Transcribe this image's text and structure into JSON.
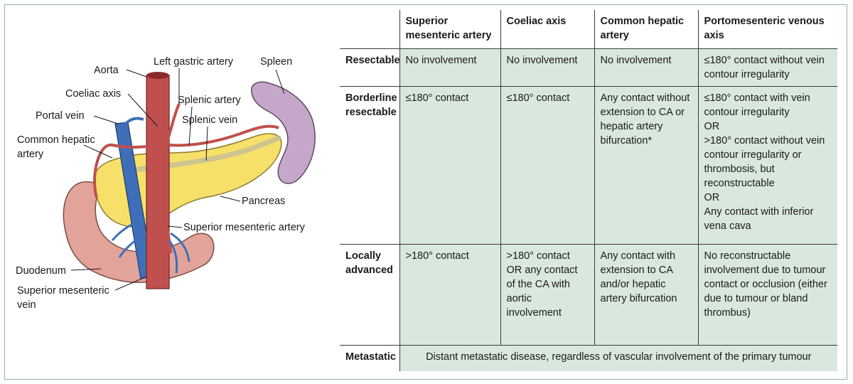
{
  "diagram": {
    "labels": {
      "aorta": "Aorta",
      "left_gastric_artery": "Left gastric artery",
      "spleen": "Spleen",
      "coeliac_axis": "Coeliac axis",
      "splenic_artery": "Splenic artery",
      "portal_vein": "Portal vein",
      "splenic_vein": "Splenic vein",
      "common_hepatic_artery_1": "Common hepatic",
      "common_hepatic_artery_2": "artery",
      "pancreas": "Pancreas",
      "superior_mesenteric_artery": "Superior mesenteric artery",
      "duodenum": "Duodenum",
      "superior_mesenteric_vein_1": "Superior mesenteric",
      "superior_mesenteric_vein_2": "vein"
    },
    "colors": {
      "artery": "#c0504d",
      "vein": "#3f6fb8",
      "pancreas": "#f7e06a",
      "spleen": "#c4a7c9",
      "duodenum": "#e2a39a",
      "frame": "#8fb5a0",
      "cell_fill": "#d9e8dc"
    }
  },
  "table": {
    "headers": [
      "",
      "Superior mesenteric artery",
      "Coeliac axis",
      "Common hepatic artery",
      "Portomesenteric venous axis"
    ],
    "rows": [
      {
        "label": "Resectable",
        "cells": [
          "No involvement",
          "No involvement",
          "No involvement",
          "≤180° contact without vein contour irregularity"
        ]
      },
      {
        "label": "Borderline resectable",
        "cells": [
          "≤180° contact",
          "≤180° contact",
          "Any contact without extension to CA or hepatic artery bifurcation*",
          "≤180° contact with vein contour irregularity\nOR\n>180° contact without vein contour irregularity or thrombosis, but reconstructable\nOR\nAny contact with inferior vena cava"
        ]
      },
      {
        "label": "Locally advanced",
        "cells": [
          ">180° contact",
          ">180° contact OR any contact of the CA with aortic involvement",
          "Any contact with extension to CA and/or hepatic artery bifurcation",
          "No reconstructable involvement due to tumour contact or occlusion (either due to tumour or bland thrombus)"
        ]
      },
      {
        "label": "Metastatic",
        "merged": "Distant metastatic disease, regardless of vascular involvement of the primary tumour"
      }
    ]
  }
}
